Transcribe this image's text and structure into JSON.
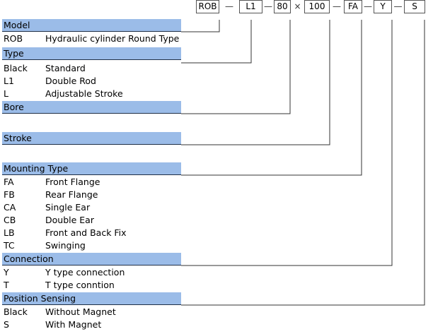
{
  "code_boxes": [
    "ROB",
    "L1",
    "80",
    "100",
    "FA",
    "Y",
    "S"
  ],
  "separators": [
    "—",
    "—",
    "×",
    "—",
    "—",
    "—"
  ],
  "sections": [
    {
      "title": "Model",
      "items": [
        {
          "code": "ROB",
          "desc": "Hydraulic cylinder Round Type"
        }
      ]
    },
    {
      "title": "Type",
      "items": [
        {
          "code": "Black",
          "desc": "Standard"
        },
        {
          "code": "L1",
          "desc": "Double Rod"
        },
        {
          "code": "L",
          "desc": "Adjustable Stroke"
        }
      ]
    },
    {
      "title": "Bore",
      "items": []
    },
    {
      "title": "Stroke",
      "items": []
    },
    {
      "title": "Mounting Type",
      "items": [
        {
          "code": "FA",
          "desc": "Front Flange"
        },
        {
          "code": "FB",
          "desc": "Rear Flange"
        },
        {
          "code": "CA",
          "desc": "Single Ear"
        },
        {
          "code": "CB",
          "desc": "Double Ear"
        },
        {
          "code": "LB",
          "desc": "Front and Back Fix"
        },
        {
          "code": "TC",
          "desc": "Swinging"
        }
      ]
    },
    {
      "title": "Connection",
      "items": [
        {
          "code": "Y",
          "desc": "Y type connection"
        },
        {
          "code": "T",
          "desc": "T type conntion"
        }
      ]
    },
    {
      "title": "Position Sensing",
      "items": [
        {
          "code": "Black",
          "desc": "Without Magnet"
        },
        {
          "code": "S",
          "desc": "With Magnet"
        }
      ]
    }
  ]
}
